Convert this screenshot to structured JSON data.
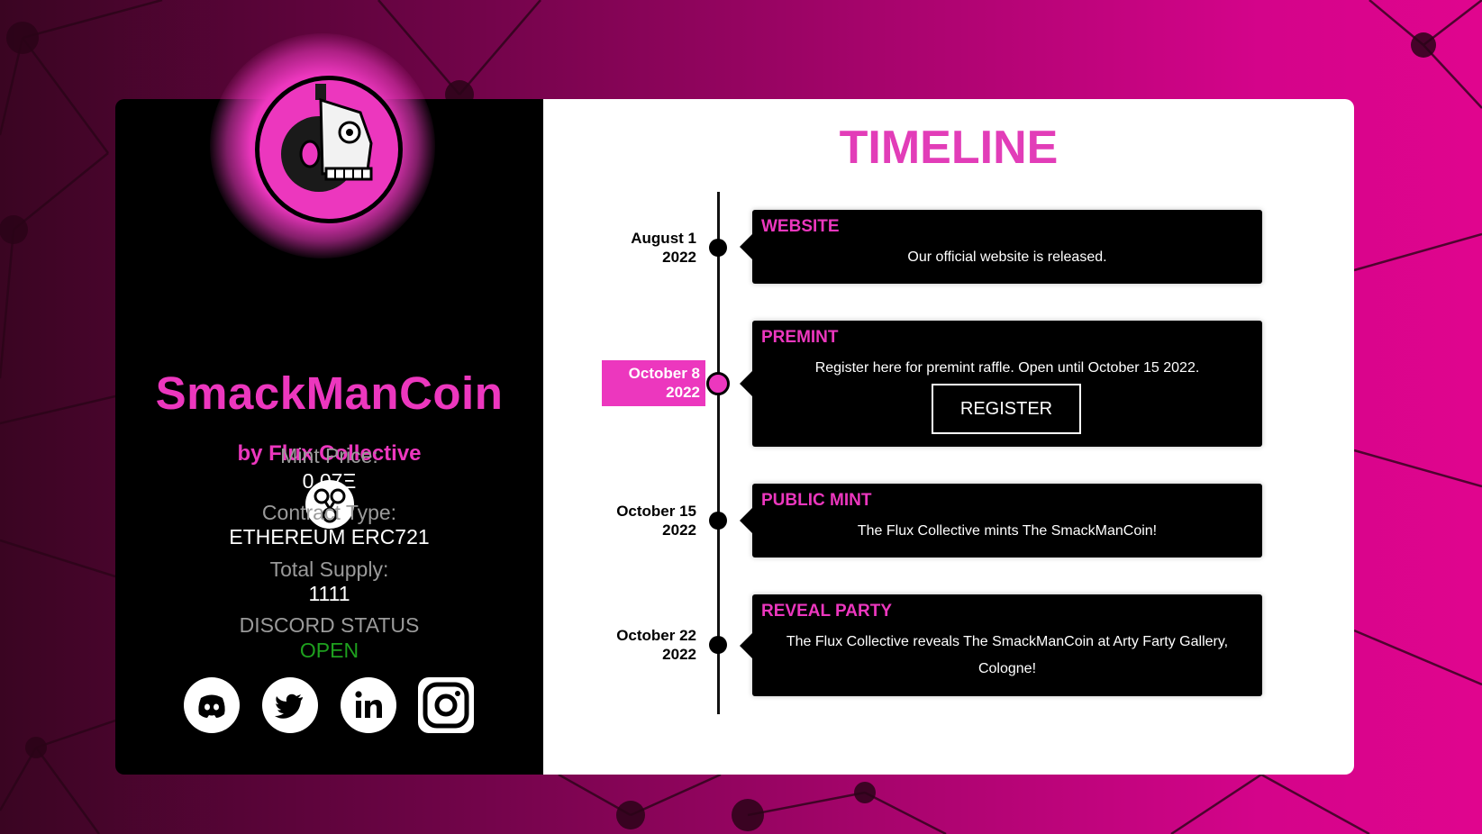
{
  "project": {
    "name": "SmackManCoin",
    "byline": "by Flux Collective",
    "mint_price_label": "Mint Price:",
    "mint_price_value": "0.07Ξ",
    "contract_type_label": "Contract Type:",
    "contract_type_value": "ETHEREUM ERC721",
    "total_supply_label": "Total Supply:",
    "total_supply_value": "1111",
    "discord_status_label": "DISCORD STATUS",
    "discord_status_value": "OPEN"
  },
  "socials": [
    {
      "icon": "discord-icon"
    },
    {
      "icon": "twitter-icon"
    },
    {
      "icon": "linkedin-icon"
    },
    {
      "icon": "instagram-icon"
    }
  ],
  "timeline": {
    "title": "TIMELINE",
    "events": [
      {
        "date_line1": "August 1",
        "date_line2": "2022",
        "heading": "WEBSITE",
        "description": "Our official website is released.",
        "active": false
      },
      {
        "date_line1": "October 8",
        "date_line2": "2022",
        "heading": "PREMINT",
        "description": "Register here for premint raffle. Open until October 15 2022.",
        "button_label": "REGISTER",
        "active": true
      },
      {
        "date_line1": "October 15",
        "date_line2": "2022",
        "heading": "PUBLIC MINT",
        "description": "The Flux Collective mints The SmackManCoin!",
        "active": false
      },
      {
        "date_line1": "October 22",
        "date_line2": "2022",
        "heading": "REVEAL PARTY",
        "description_line1": "The Flux Collective reveals The SmackManCoin at Arty Farty Gallery,",
        "description_line2": "Cologne!",
        "active": false
      }
    ]
  },
  "colors": {
    "accent": "#ec37be",
    "status_open": "#1ea01e",
    "panel_dark": "#000000",
    "panel_light": "#ffffff"
  }
}
